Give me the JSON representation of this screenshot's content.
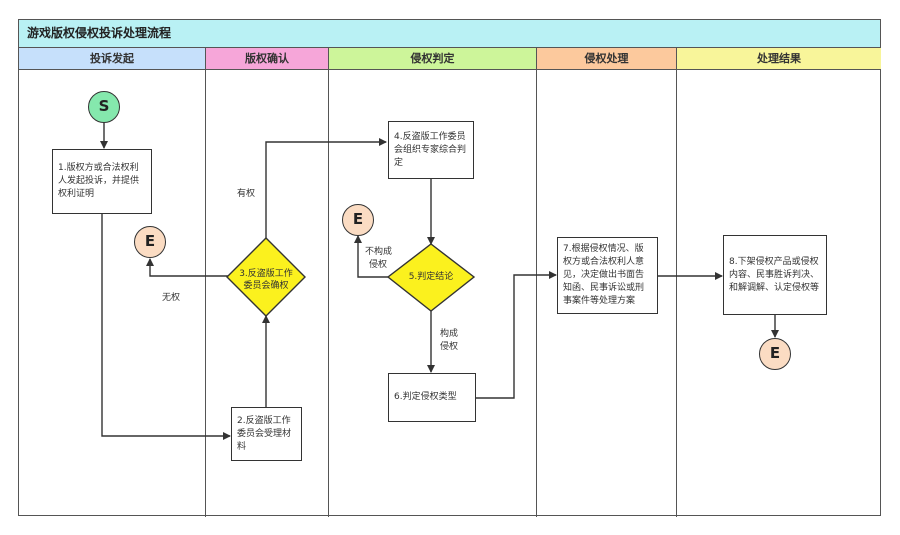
{
  "title": "游戏版权侵权投诉处理流程",
  "lanes": [
    {
      "label": "投诉发起",
      "color": "#c6e0fb"
    },
    {
      "label": "版权确认",
      "color": "#f6a6d9"
    },
    {
      "label": "侵权判定",
      "color": "#cdf59a"
    },
    {
      "label": "侵权处理",
      "color": "#fcc99d"
    },
    {
      "label": "处理结果",
      "color": "#f8f59a"
    }
  ],
  "nodes": {
    "start": "S",
    "end": "E",
    "step1": "1.版权方或合法权利人发起投诉，并提供权利证明",
    "step2": "2.反盗版工作委员会受理材料",
    "step3": "3.反盗版工作委员会确权",
    "step4": "4.反盗版工作委员会组织专家综合判定",
    "step5": "5.判定结论",
    "step6": "6.判定侵权类型",
    "step7": "7.根据侵权情况、版权方或合法权利人意见，决定做出书面告知函、民事诉讼或刑事案件等处理方案",
    "step8": "8.下架侵权产品或侵权内容、民事胜诉判决、和解调解、认定侵权等"
  },
  "edge_labels": {
    "has_right": "有权",
    "no_right": "无权",
    "not_infringe_l1": "不构成",
    "not_infringe_l2": "侵权",
    "infringe_l1": "构成",
    "infringe_l2": "侵权"
  },
  "colors": {
    "title_bg": "#b9f1f4",
    "diamond": "#fbf11e",
    "start_fill": "#85e8ad",
    "end_fill": "#fbdcc3"
  }
}
